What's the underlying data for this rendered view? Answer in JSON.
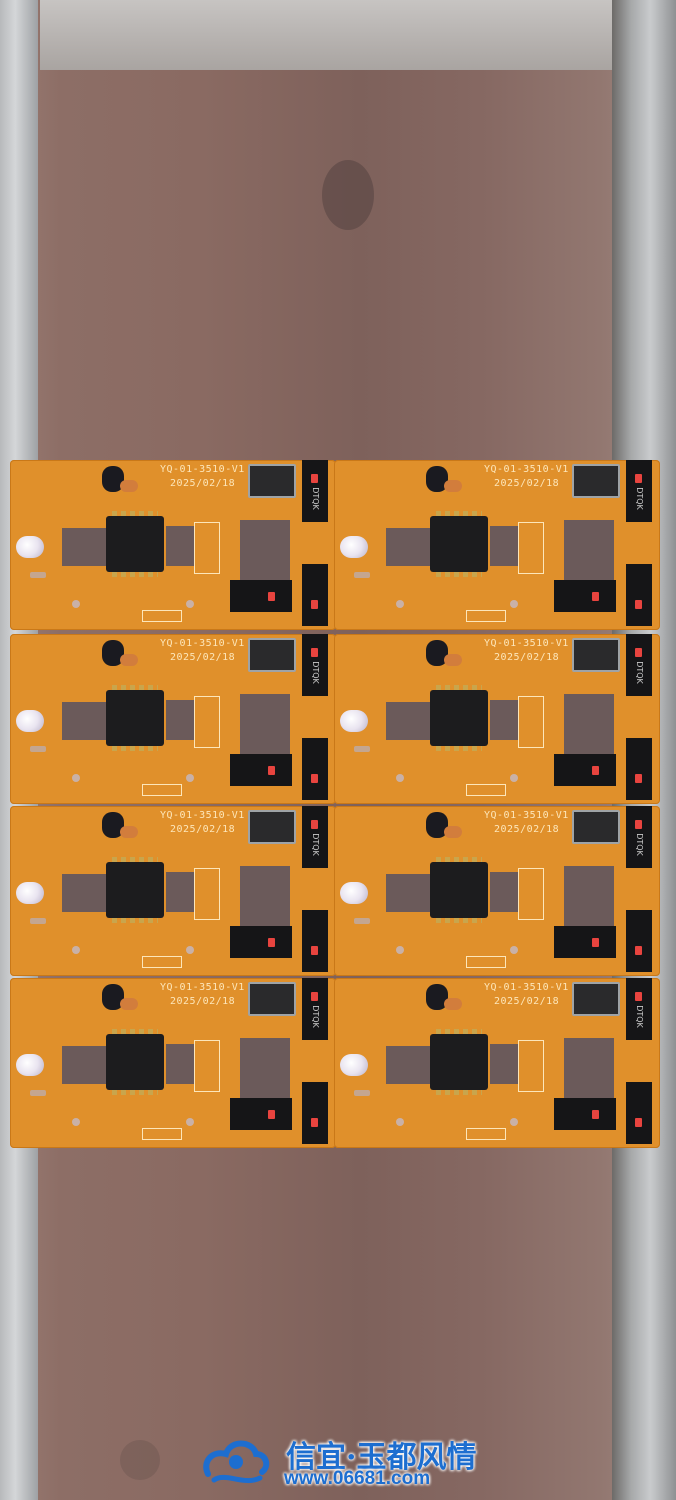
{
  "board": {
    "model": "YQ-01-3510-V1",
    "date": "2025/02/18",
    "switch_brand": "DTQK"
  },
  "watermark": {
    "title": "信宜·玉都风情",
    "url": "www.06681.com",
    "color": "#1d6ed0"
  }
}
